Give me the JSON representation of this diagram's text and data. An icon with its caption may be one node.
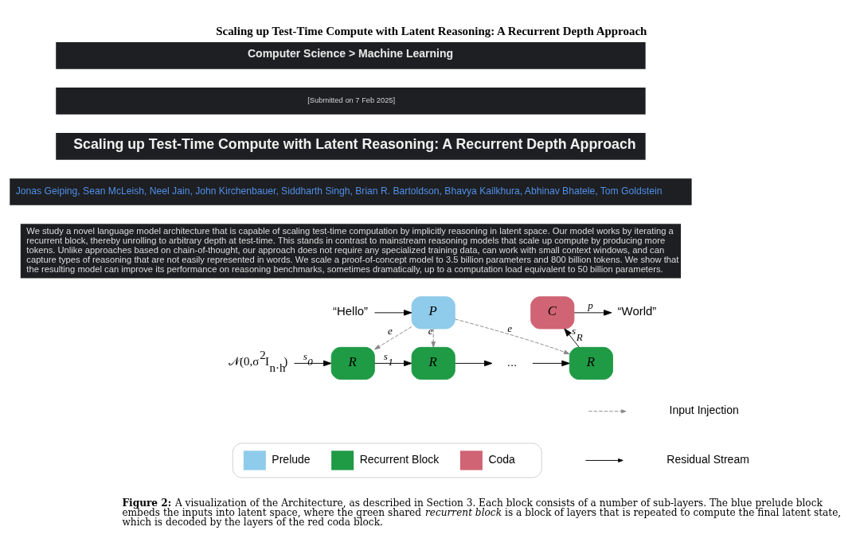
{
  "diagram": {
    "title": "Scaling up Test-Time Compute with Latent Reasoning: A Recurrent Depth Approach",
    "caption": "**Figure 2:** A visualization of the Architecture, as described in Section 3. Each block consists of a number of sub-layers. The blue prelude block embeds the inputs into latent space, where the green shared *recurrent block* is a block of layers that is repeated to compute the final latent state, which is decoded by the layers of the red coda block.",
    "nodes": [
      {
        "text": [
          "“Hello”"
        ]
      },
      {
        "text": [
          "P"
        ]
      },
      {
        "text": [
          "R"
        ]
      },
      {
        "text": [
          "R"
        ]
      },
      {
        "text": [
          "..."
        ]
      },
      {
        "text": [
          "R"
        ]
      },
      {
        "text": [
          "C"
        ]
      },
      {
        "text": [
          "“World”"
        ]
      },
      {
        "text": [
          "𝒩(0,σ$^{2}$I$_{n·h}$)"
        ]
      }
    ],
    "edges": [
      {
        "from": 0,
        "to": 1,
        "arrow": "to"
      },
      {
        "from": 1,
        "to": 2,
        "arrow": "to",
        "label": "e",
        "style": "dashed",
        "color": "#888888"
      },
      {
        "from": 1,
        "to": 3,
        "arrow": "to",
        "label": "e",
        "style": "dashed",
        "color": "#888888"
      },
      {
        "from": 1,
        "to": 5,
        "arrow": "to",
        "label": "e",
        "style": "dashed",
        "color": "#888888"
      },
      {
        "from": 8,
        "to": 2,
        "arrow": "to",
        "label": "s$_{0}$"
      },
      {
        "from": 2,
        "to": 3,
        "arrow": "to",
        "label": "s$_{1}$"
      },
      {
        "from": 3,
        "to": 4,
        "arrow": "to"
      },
      {
        "from": 4,
        "to": 5,
        "arrow": "to"
      },
      {
        "from": 5,
        "to": 6,
        "arrow": "to",
        "label": "s$_{R}$"
      },
      {
        "from": 6,
        "to": 7,
        "arrow": "to",
        "label": "p"
      }
    ],
    "labels": [
      "Computer Science > Machine Learning",
      "[Submitted on 7 Feb 2025]",
      "Scaling up Test-Time Compute with Latent Reasoning: A Recurrent Depth Approach",
      "Jonas Geiping, Sean McLeish, Neel Jain, John Kirchenbauer, Siddharth Singh, Brian R. Bartoldson, Bhavya Kailkhura, Abhinav Bhatele, Tom Goldstein",
      "We study a novel language model architecture that is capable of scaling test-time computation by implicitly reasoning in latent space. Our model works by iterating a recurrent block, thereby unrolling to arbitrary depth at test-time. This stands in contrast to mainstream reasoning models that scale up compute by producing more tokens. Unlike approaches based on chain-of-thought, our approach does not require any specialized training data, can work with small context windows, and can capture types of reasoning that are not easily represented in words. We scale a proof-of-concept model to 3.5 billion parameters and 800 billion tokens. We show that the resulting model can improve its performance on reasoning benchmarks, sometimes dramatically, up to a computation load equivalent to 50 billion parameters."
    ],
    "legend": [
      {
        "text": "Prelude",
        "color": "#8fcbea"
      },
      {
        "text": "Recurrent Block",
        "color": "#1f9a45"
      },
      {
        "text": "Coda",
        "color": "#d06474"
      },
      {
        "text": "Input Injection"
      },
      {
        "text": "Residual Stream"
      }
    ]
  }
}
